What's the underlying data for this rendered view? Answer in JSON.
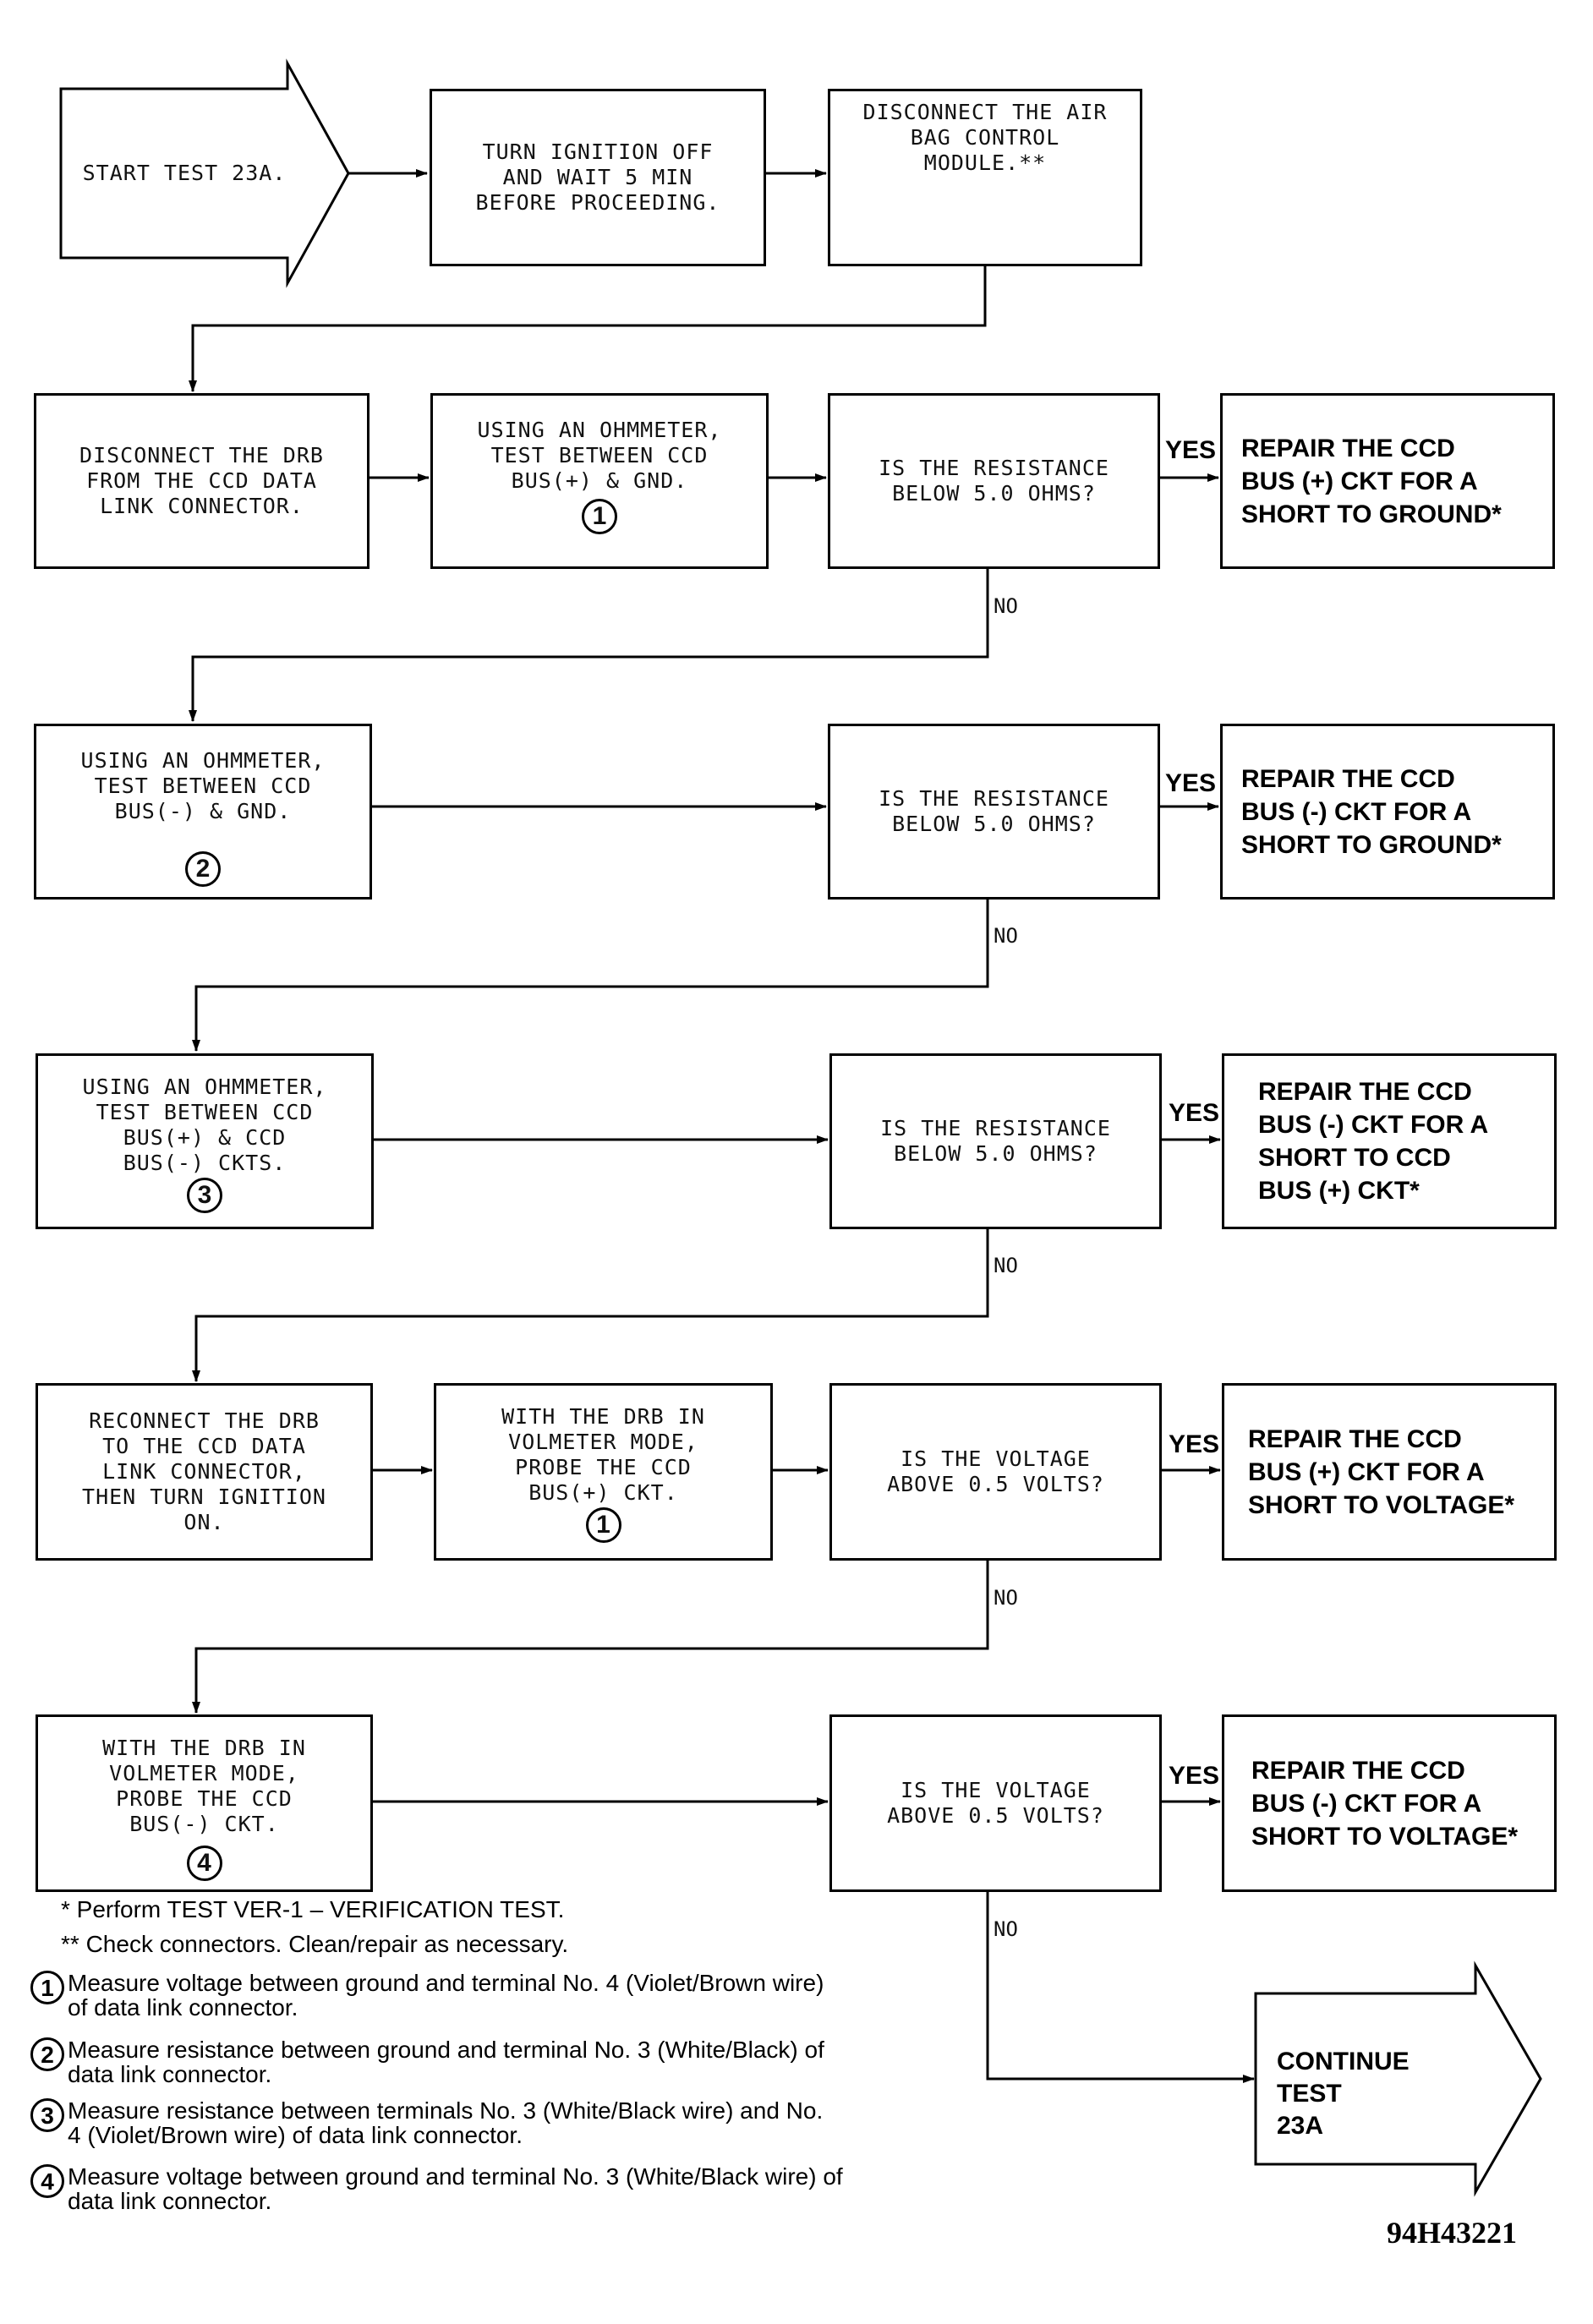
{
  "boxes": {
    "start": "START TEST 23A.",
    "s1": "TURN IGNITION OFF\nAND WAIT 5 MIN\nBEFORE PROCEEDING.",
    "s2": "DISCONNECT THE AIR\nBAG CONTROL\nMODULE.**",
    "r2a": "DISCONNECT THE DRB\nFROM THE CCD DATA\nLINK CONNECTOR.",
    "r2b": "USING AN OHMMETER,\nTEST BETWEEN CCD\nBUS(+) & GND.",
    "r2q": "IS THE RESISTANCE\nBELOW 5.0 OHMS?",
    "r3a": "USING AN OHMMETER,\nTEST BETWEEN CCD\nBUS(-) & GND.",
    "r3q": "IS THE RESISTANCE\nBELOW 5.0 OHMS?",
    "r4a": "USING AN OHMMETER,\nTEST BETWEEN CCD\nBUS(+) & CCD\nBUS(-) CKTS.",
    "r4q": "IS THE RESISTANCE\nBELOW 5.0 OHMS?",
    "r5a": "RECONNECT THE DRB\nTO THE CCD DATA\nLINK CONNECTOR,\nTHEN TURN IGNITION\nON.",
    "r5b": "WITH THE DRB IN\nVOLMETER MODE,\nPROBE THE CCD\nBUS(+) CKT.",
    "r5q": "IS THE VOLTAGE\nABOVE 0.5 VOLTS?",
    "r6a": "WITH THE DRB IN\nVOLMETER MODE,\nPROBE THE CCD\nBUS(-) CKT.",
    "r6q": "IS THE VOLTAGE\nABOVE 0.5 VOLTS?"
  },
  "repairs": {
    "r2": "REPAIR THE CCD\nBUS (+) CKT FOR A\nSHORT TO GROUND*",
    "r3": "REPAIR THE CCD\nBUS (-) CKT FOR A\nSHORT TO GROUND*",
    "r4": "REPAIR THE CCD\nBUS (-) CKT FOR A\nSHORT TO CCD\nBUS (+) CKT*",
    "r5": "REPAIR THE CCD\nBUS (+) CKT FOR A\nSHORT TO VOLTAGE*",
    "r6": "REPAIR THE CCD\nBUS (-) CKT FOR A\nSHORT TO VOLTAGE*"
  },
  "markers": {
    "m1": "1",
    "m2": "2",
    "m3": "3",
    "m4": "4"
  },
  "labels": {
    "yes": "YES",
    "no": "NO"
  },
  "continue": "CONTINUE TEST\n23A",
  "notes": {
    "star": "* Perform TEST VER-1 – VERIFICATION TEST.",
    "dstar": "** Check connectors. Clean/repair as necessary."
  },
  "footnotes": [
    {
      "num": "1",
      "text": "Measure voltage between ground and terminal No. 4 (Violet/Brown wire)\nof data link connector."
    },
    {
      "num": "2",
      "text": "Measure resistance between ground and terminal No. 3 (White/Black) of\ndata link connector."
    },
    {
      "num": "3",
      "text": "Measure resistance between terminals No. 3 (White/Black wire) and No.\n4 (Violet/Brown wire) of data link connector."
    },
    {
      "num": "4",
      "text": "Measure voltage between ground and terminal No. 3 (White/Black wire) of\ndata link connector."
    }
  ],
  "figure_id": "94H43221"
}
